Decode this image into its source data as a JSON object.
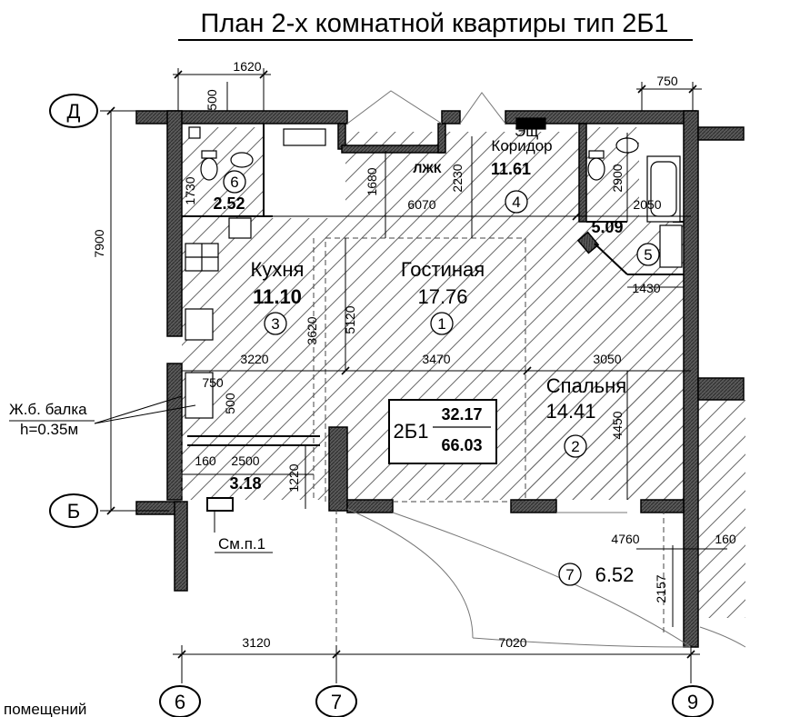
{
  "title": "План 2-х комнатной квартиры тип 2Б1",
  "axes": {
    "d": "Д",
    "b": "Б",
    "six": "6",
    "seven": "7",
    "nine": "9"
  },
  "rooms": {
    "r1": {
      "name": "Гостиная",
      "area": "17.76",
      "num": "1"
    },
    "r2": {
      "name": "Спальня",
      "area": "14.41",
      "num": "2"
    },
    "r3": {
      "name": "Кухня",
      "area": "11.10",
      "num": "3"
    },
    "r4": {
      "name": "Коридор",
      "area": "11.61",
      "num": "4"
    },
    "r5": {
      "area": "5.09",
      "num": "5"
    },
    "r6": {
      "area": "2.52",
      "num": "6"
    },
    "r7": {
      "area": "6.52",
      "num": "7"
    },
    "loggia": {
      "area": "3.18"
    }
  },
  "apartment": {
    "type": "2Б1",
    "living_area": "32.17",
    "total_area": "66.03"
  },
  "labels": {
    "esh": "Эщ",
    "lk": "ЛЖК",
    "beam": "Ж.б. балка",
    "beam_h": "h=0.35м",
    "smp": "См.п.1",
    "footer": "помещений"
  },
  "dims": {
    "d1620": "1620",
    "d500a": "500",
    "d750a": "750",
    "d7900": "7900",
    "d1730": "1730",
    "d1680": "1680",
    "d2230": "2230",
    "d6070": "6070",
    "d2900": "2900",
    "d2050": "2050",
    "d1430": "1430",
    "d3620": "3620",
    "d5120": "5120",
    "d3220": "3220",
    "d3470": "3470",
    "d3050": "3050",
    "d750b": "750",
    "d500b": "500",
    "d4450": "4450",
    "d160a": "160",
    "d2500": "2500",
    "d1220": "1220",
    "d4760": "4760",
    "d160b": "160",
    "d2157": "2157",
    "d3120": "3120",
    "d7020": "7020"
  }
}
